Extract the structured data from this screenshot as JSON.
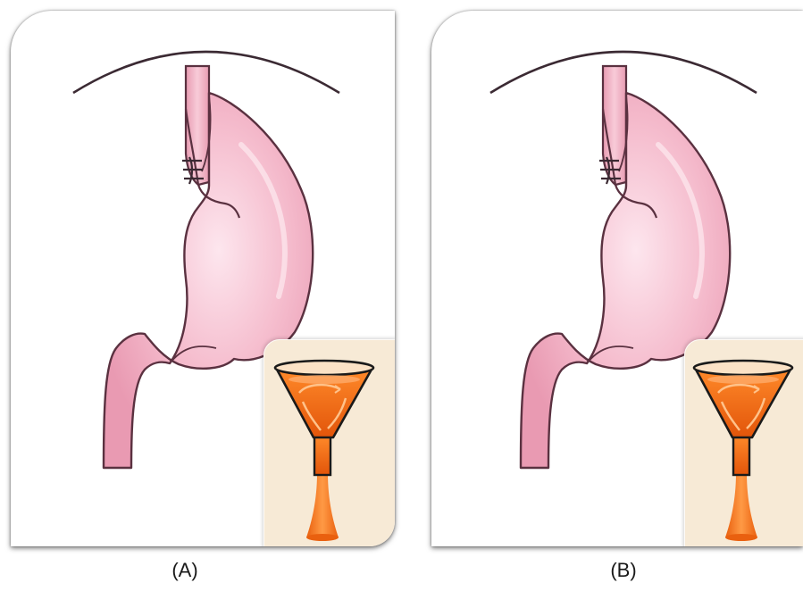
{
  "panels": [
    {
      "id": "A",
      "label": "(A)"
    },
    {
      "id": "B",
      "label": "(B)"
    }
  ],
  "colors": {
    "stomach_fill": "#f2b3c6",
    "stomach_highlight": "#fbe1ea",
    "stomach_outline": "#5a3140",
    "diaphragm_line": "#3b2a33",
    "inset_background": "#f7ead6",
    "funnel_fill": "#f26a12",
    "funnel_outline": "#1a1a1a",
    "stream": "#f0751c"
  },
  "icons": [
    "stomach-illustration",
    "diaphragm-line",
    "funnel-icon",
    "fundoplication-stitches-icon"
  ]
}
